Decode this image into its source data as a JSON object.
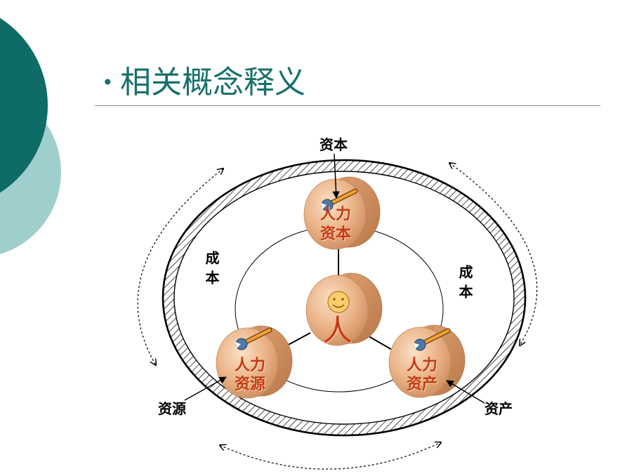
{
  "slide": {
    "bullet": "•",
    "title": "相关概念释义"
  },
  "diagram": {
    "top_label": "资本",
    "cost_left": "成本",
    "cost_right": "成本",
    "resource_label": "资源",
    "asset_label": "资产",
    "center_node": {
      "label": "人",
      "icon": "smiley-face-icon"
    },
    "nodes": [
      {
        "lines": [
          "人力",
          "资本"
        ],
        "icon": "wrench-icon"
      },
      {
        "lines": [
          "人力",
          "资源"
        ],
        "icon": "wrench-icon"
      },
      {
        "lines": [
          "人力",
          "资产"
        ],
        "icon": "wrench-icon"
      }
    ]
  },
  "colors": {
    "theme_dark": "#0E6B66",
    "theme_light": "#9FCFCD",
    "title_text": "#17706B",
    "node_fill": "#EBB58A",
    "node_text": "#C63A12"
  }
}
